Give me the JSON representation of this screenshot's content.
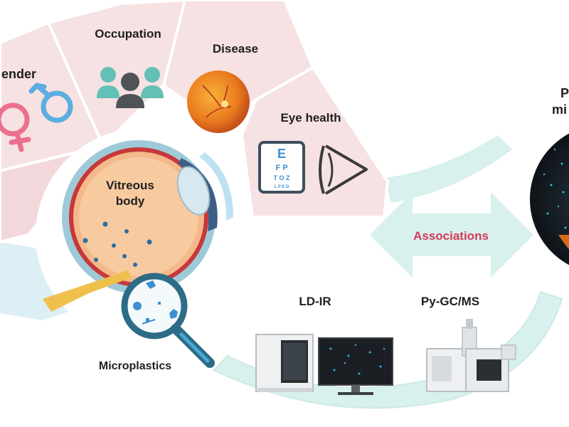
{
  "labels": {
    "gender": "ender",
    "occupation": "Occupation",
    "disease": "Disease",
    "eye_health": "Eye health",
    "vitreous_line1": "Vitreous",
    "vitreous_line2": "body",
    "microplastics": "Microplastics",
    "associations": "Associations",
    "ldir": "LD-IR",
    "pygcms": "Py-GC/MS",
    "right_partial_1": "P",
    "right_partial_2": "mi"
  },
  "eye_chart": {
    "row1": "E",
    "row2": "F P",
    "row3": "T O Z",
    "row4": "L P E D"
  },
  "colors": {
    "fan_panel": "#f6e1e3",
    "teal_arc": "#d8f0ee",
    "associations_text": "#d53a54",
    "venus": "#ec6f8e",
    "mars": "#5aaee0",
    "people": "#62c0b4",
    "magnifier_ring": "#2d6c86",
    "handle": "#f0c04c",
    "particle": "#2b6ea3"
  }
}
